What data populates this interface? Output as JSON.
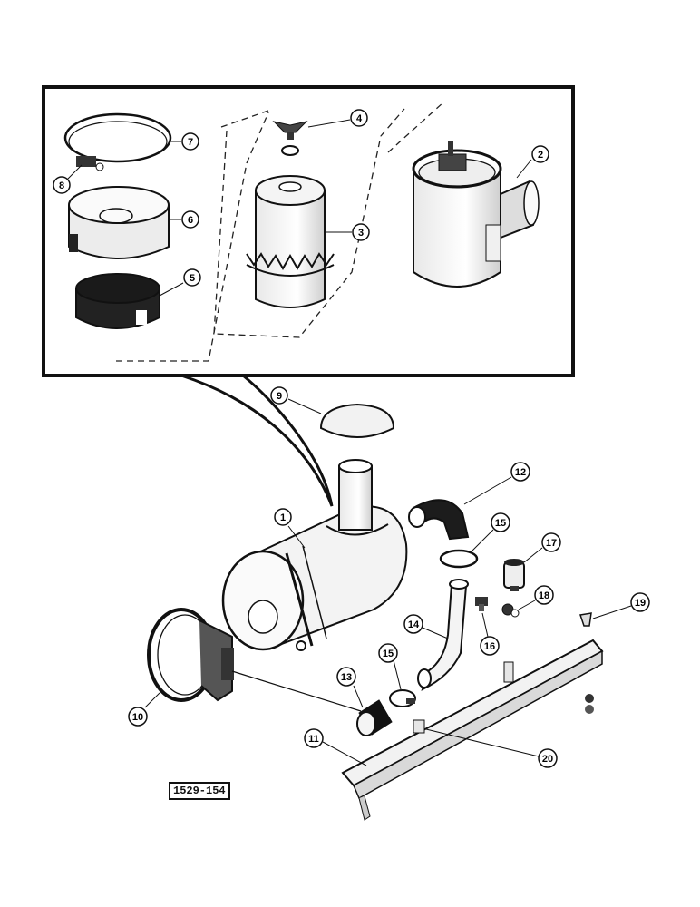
{
  "diagram": {
    "reference_label": "1529-154",
    "callouts": [
      {
        "id": 1,
        "label": "1"
      },
      {
        "id": 2,
        "label": "2"
      },
      {
        "id": 3,
        "label": "3"
      },
      {
        "id": 4,
        "label": "4"
      },
      {
        "id": 5,
        "label": "5"
      },
      {
        "id": 6,
        "label": "6"
      },
      {
        "id": 7,
        "label": "7"
      },
      {
        "id": 8,
        "label": "8"
      },
      {
        "id": 9,
        "label": "9"
      },
      {
        "id": 10,
        "label": "10"
      },
      {
        "id": 11,
        "label": "11"
      },
      {
        "id": 12,
        "label": "12"
      },
      {
        "id": 13,
        "label": "13"
      },
      {
        "id": 14,
        "label": "14"
      },
      {
        "id": 15,
        "label": "15"
      },
      {
        "id": 16,
        "label": "15"
      },
      {
        "id": 17,
        "label": "16"
      },
      {
        "id": 18,
        "label": "17"
      },
      {
        "id": 19,
        "label": "18"
      },
      {
        "id": 20,
        "label": "19"
      },
      {
        "id": 21,
        "label": "20"
      }
    ]
  }
}
